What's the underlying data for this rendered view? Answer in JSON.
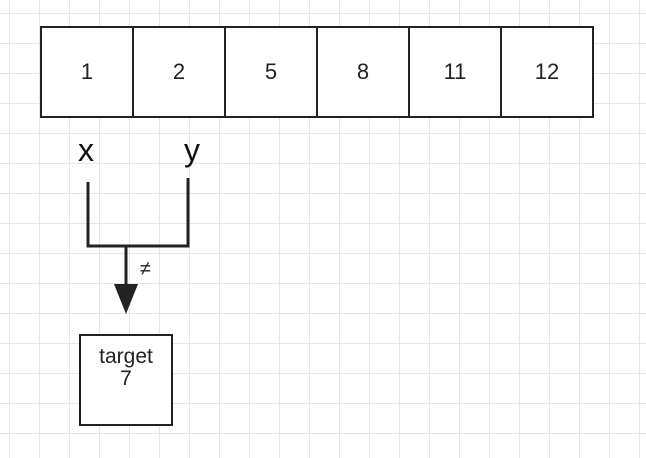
{
  "array": {
    "cells": [
      "1",
      "2",
      "5",
      "8",
      "11",
      "12"
    ]
  },
  "pointers": {
    "x": "x",
    "y": "y"
  },
  "comparison": {
    "symbol": "≠"
  },
  "target": {
    "label": "target",
    "value": "7"
  }
}
